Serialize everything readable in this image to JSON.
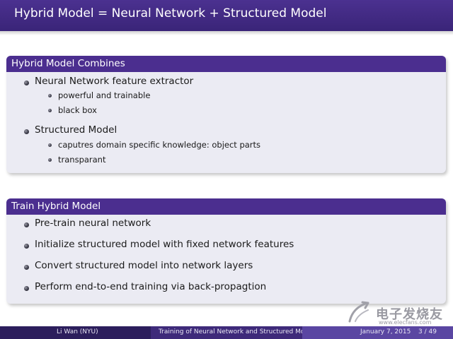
{
  "slide_title": "Hybrid Model = Neural Network + Structured Model",
  "block1": {
    "heading": "Hybrid Model Combines",
    "items": [
      {
        "label": "Neural Network feature extractor",
        "subitems": [
          "powerful and trainable",
          "black box"
        ]
      },
      {
        "label": "Structured Model",
        "subitems": [
          "caputres domain specific knowledge: object parts",
          "transparant"
        ]
      }
    ]
  },
  "block2": {
    "heading": "Train Hybrid Model",
    "items": [
      "Pre-train neural network",
      "Initialize structured model with fixed network features",
      "Convert structured model into network layers",
      "Perform end-to-end training via back-propagtion"
    ]
  },
  "footer": {
    "author": "Li Wan  (NYU)",
    "talk_title": "Training of Neural Network and Structured Model",
    "date": "January 7, 2015",
    "page": "3 / 49"
  },
  "watermark": {
    "text": "电子发烧友",
    "url": "www.elecfans.com"
  },
  "colors": {
    "title_bar": "#3a2478",
    "block_header": "#4b2e8f",
    "block_body": "#ebebf3",
    "footer_left": "#2c1e5c",
    "footer_mid": "#3e2a7a",
    "footer_right": "#5a46a2"
  }
}
